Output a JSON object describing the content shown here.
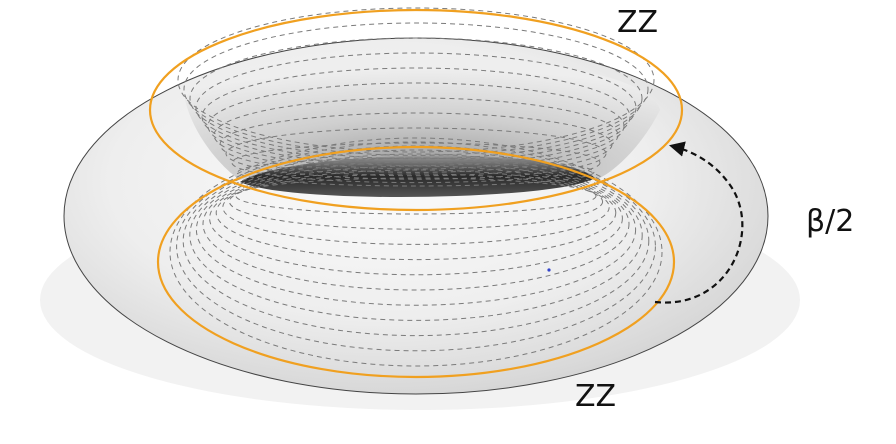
{
  "labels": {
    "top": "ZZ",
    "bottom": "ZZ",
    "angle": "β/2"
  },
  "colors": {
    "loop": "#f0a020",
    "dashed_lines": "#7a7a7a",
    "arrow": "#111111",
    "marker_dot": "#3344cc",
    "outline": "#444444"
  }
}
